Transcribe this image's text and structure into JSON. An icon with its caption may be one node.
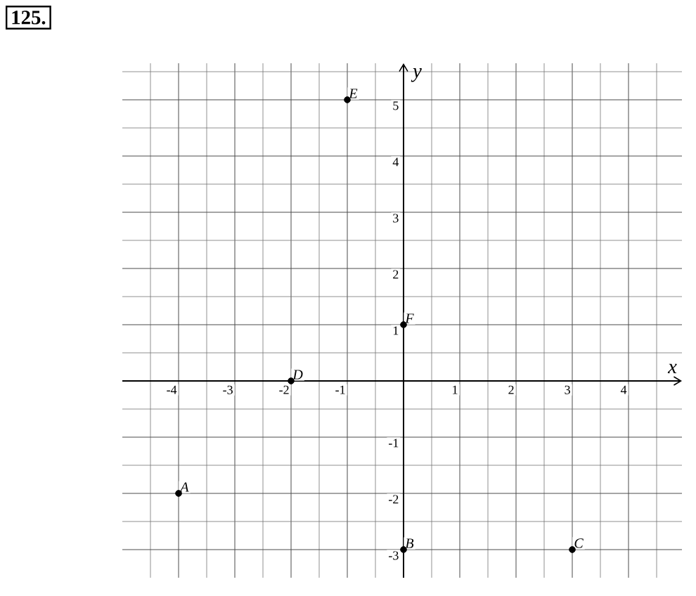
{
  "diagram": {
    "labels": [
      "125."
    ],
    "chart_data": {
      "type": "scatter",
      "xlabel": "x",
      "ylabel": "y",
      "x": [
        -4,
        0,
        3,
        -2,
        -1,
        0
      ],
      "series": [
        {
          "color": "#000000",
          "values": [
            -2,
            -3,
            -3,
            0,
            5,
            1
          ]
        }
      ],
      "xlim": [
        -5,
        4.95
      ],
      "ylim": [
        -3.5,
        5.65
      ],
      "grid": true,
      "xticks": [
        -4,
        -3,
        -2,
        -1,
        1,
        2,
        3,
        4
      ],
      "yticks": [
        -3,
        -2,
        -1,
        1,
        2,
        3,
        4,
        5
      ],
      "annotations": [
        {
          "x": -4,
          "y": -2,
          "text": "A"
        },
        {
          "x": 0,
          "y": -3,
          "text": "B"
        },
        {
          "x": 3,
          "y": -3,
          "text": "C"
        },
        {
          "x": -2,
          "y": 0,
          "text": "D"
        },
        {
          "x": -1,
          "y": 5,
          "text": "E"
        },
        {
          "x": 0,
          "y": 1,
          "text": "F"
        }
      ]
    }
  }
}
